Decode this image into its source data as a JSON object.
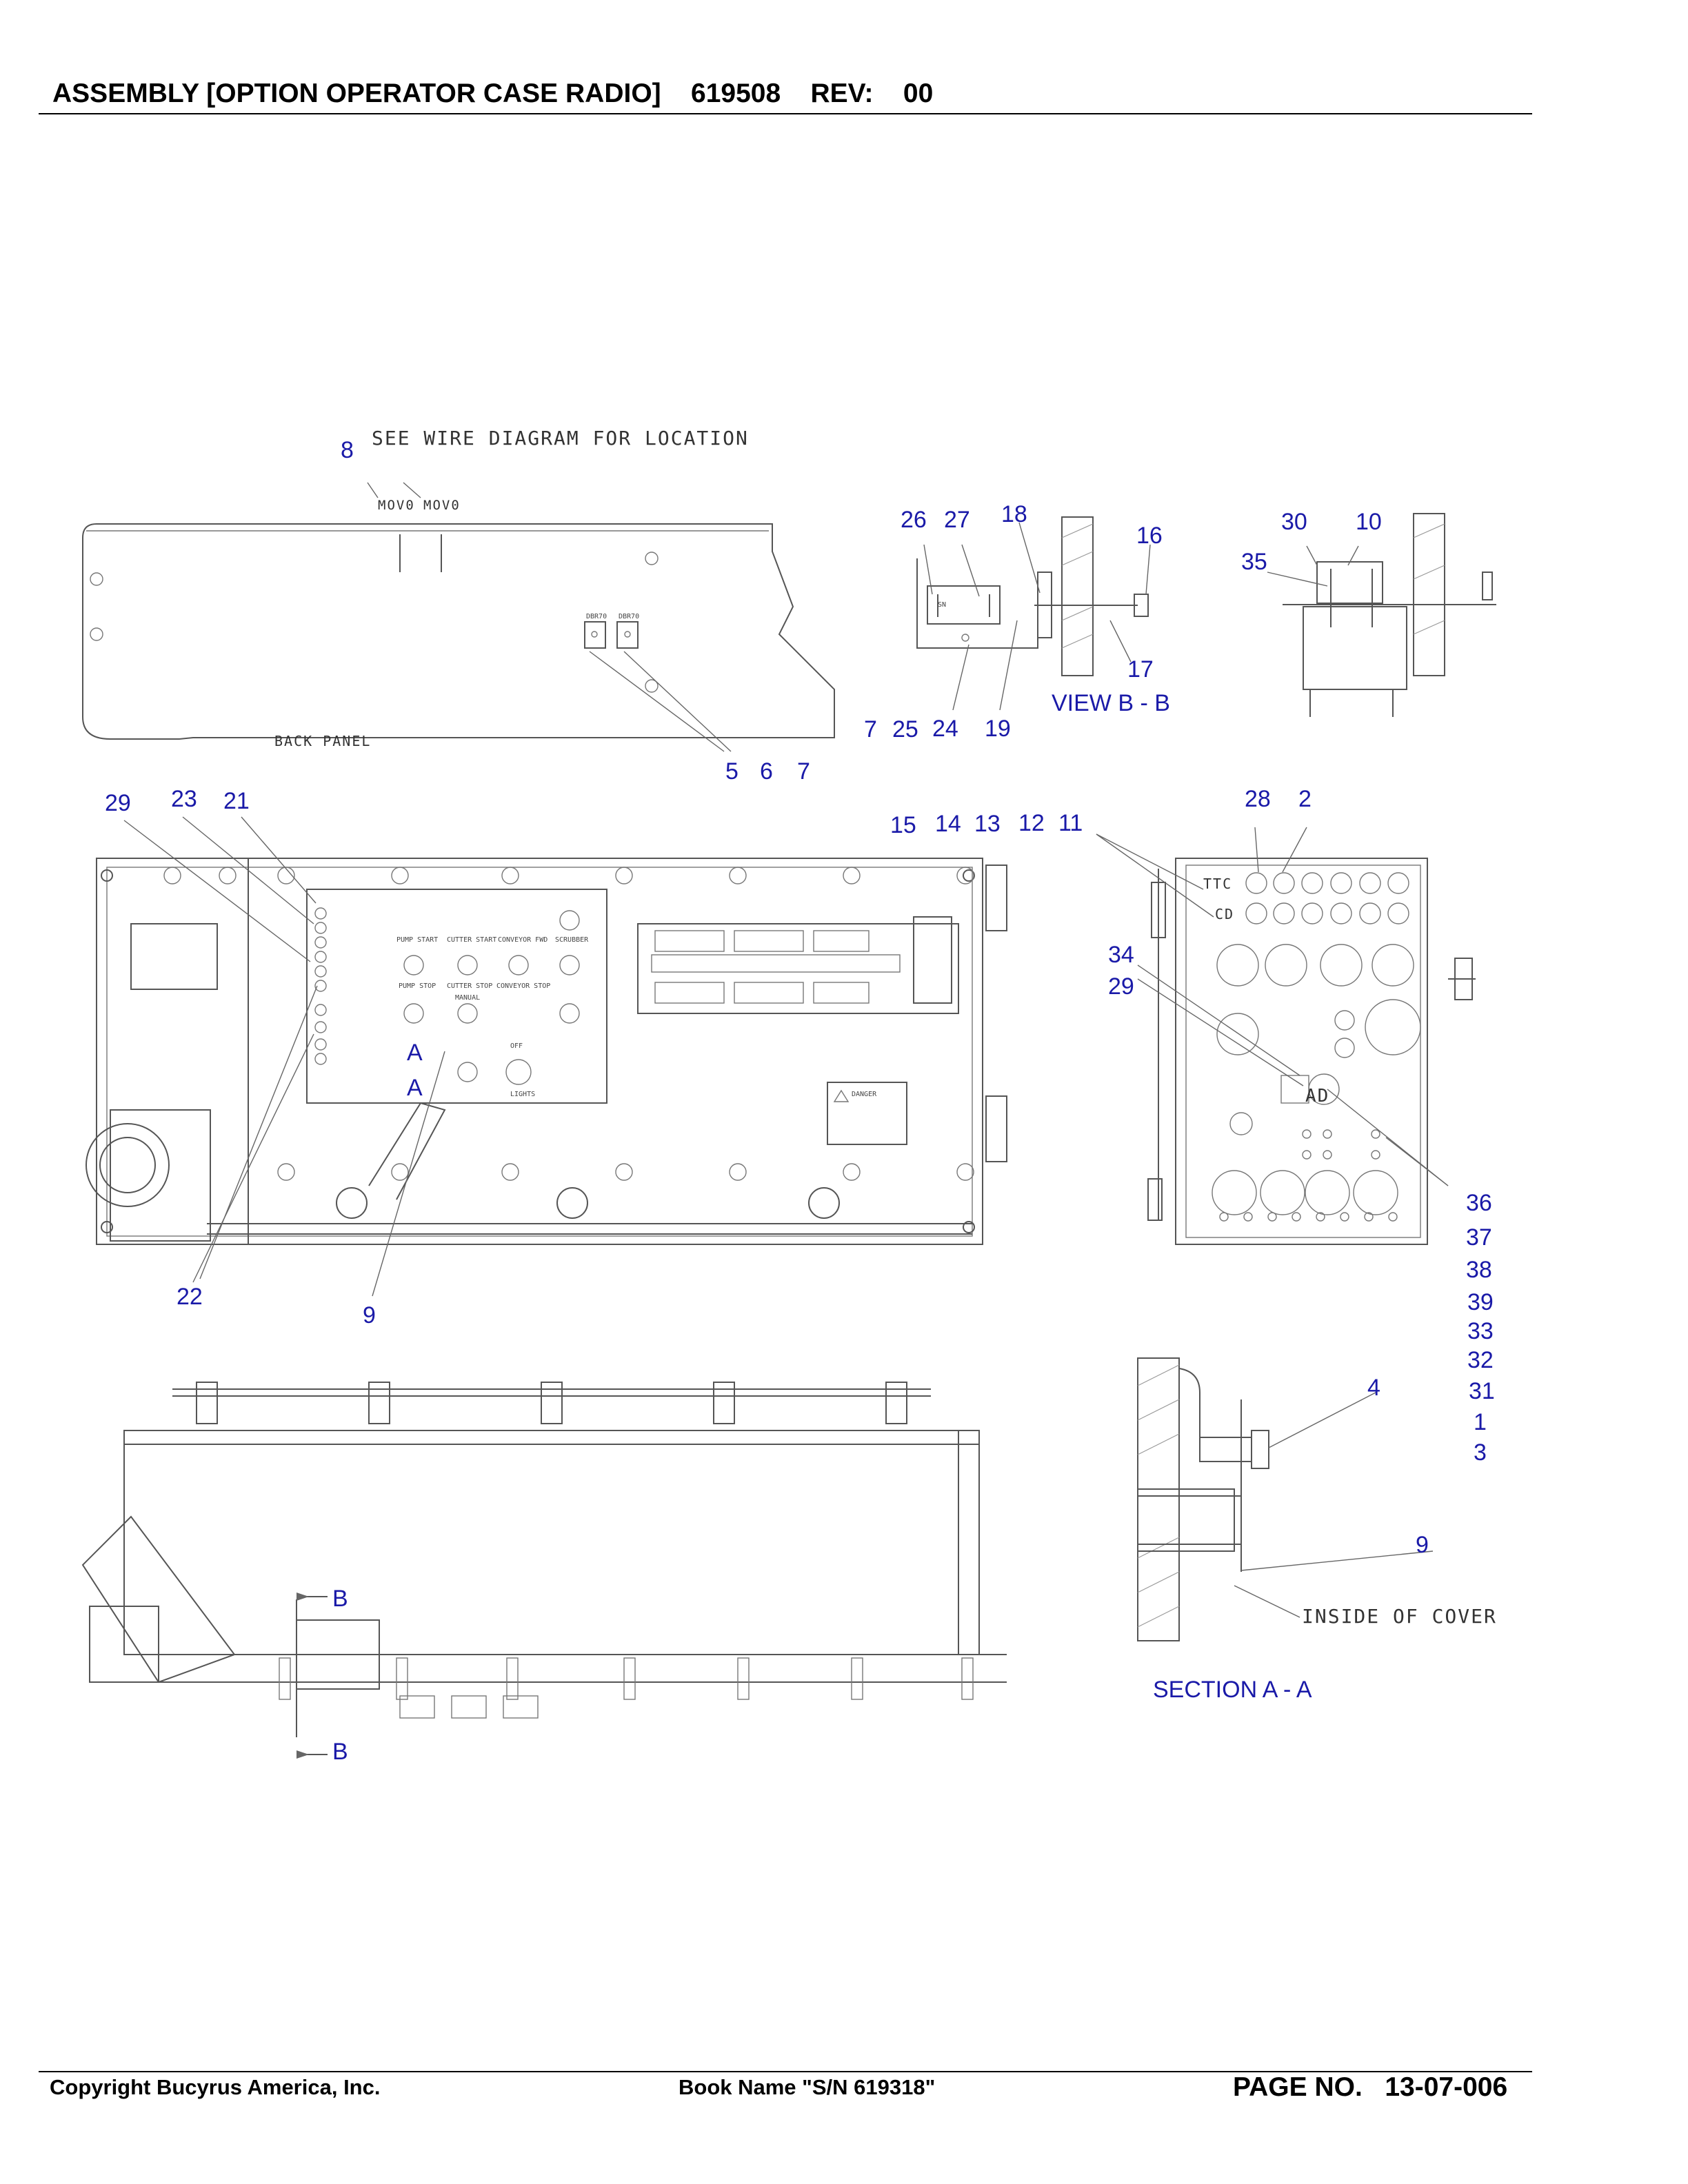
{
  "header": {
    "title": "ASSEMBLY [OPTION OPERATOR CASE RADIO]",
    "part_number": "619508",
    "rev_label": "REV:",
    "rev_value": "00"
  },
  "footer": {
    "copyright": "Copyright Bucyrus America, Inc.",
    "book_name": "Book Name \"S/N 619318\"",
    "page_label": "PAGE NO.",
    "page_value": "13-07-006"
  },
  "notes": {
    "wire_diagram": "SEE WIRE DIAGRAM FOR LOCATION",
    "back_panel": "BACK PANEL",
    "inside_cover": "INSIDE OF COVER",
    "view_b": "VIEW B - B",
    "section_a": "SECTION A - A"
  },
  "small_labels": {
    "mov1": "MOV0",
    "mov2": "MOV0",
    "dbr1": "DBR70",
    "dbr2": "DBR70",
    "ttc": "TTC",
    "cd": "CD",
    "ad": "AD",
    "danger": "DANGER",
    "pump_start": "PUMP START",
    "cutter_start": "CUTTER START",
    "conveyor_fwd": "CONVEYOR FWD",
    "scrubber": "SCRUBBER",
    "pump_stop": "PUMP STOP",
    "cutter_stop": "CUTTER STOP",
    "conveyor_stop": "CONVEYOR STOP",
    "lights": "LIGHTS",
    "off": "OFF",
    "manual": "MANUAL"
  },
  "callouts": {
    "c8": "8",
    "c5": "5",
    "c6": "6",
    "c7a": "7",
    "c26": "26",
    "c27": "27",
    "c18": "18",
    "c16": "16",
    "c17": "17",
    "c7b": "7",
    "c25": "25",
    "c24": "24",
    "c19": "19",
    "c30": "30",
    "c10": "10",
    "c35": "35",
    "c29a": "29",
    "c23": "23",
    "c21": "21",
    "c15": "15",
    "c14": "14",
    "c13": "13",
    "c12": "12",
    "c11": "11",
    "c28": "28",
    "c2": "2",
    "c34": "34",
    "c29b": "29",
    "cA1": "A",
    "cA2": "A",
    "c22": "22",
    "c9a": "9",
    "c36": "36",
    "c37": "37",
    "c38": "38",
    "c39": "39",
    "c33": "33",
    "c32": "32",
    "c31": "31",
    "c1": "1",
    "c3": "3",
    "c4": "4",
    "c9b": "9",
    "cB1": "B",
    "cB2": "B"
  },
  "colors": {
    "callout": "#1a1aa8",
    "linework": "#555555"
  }
}
